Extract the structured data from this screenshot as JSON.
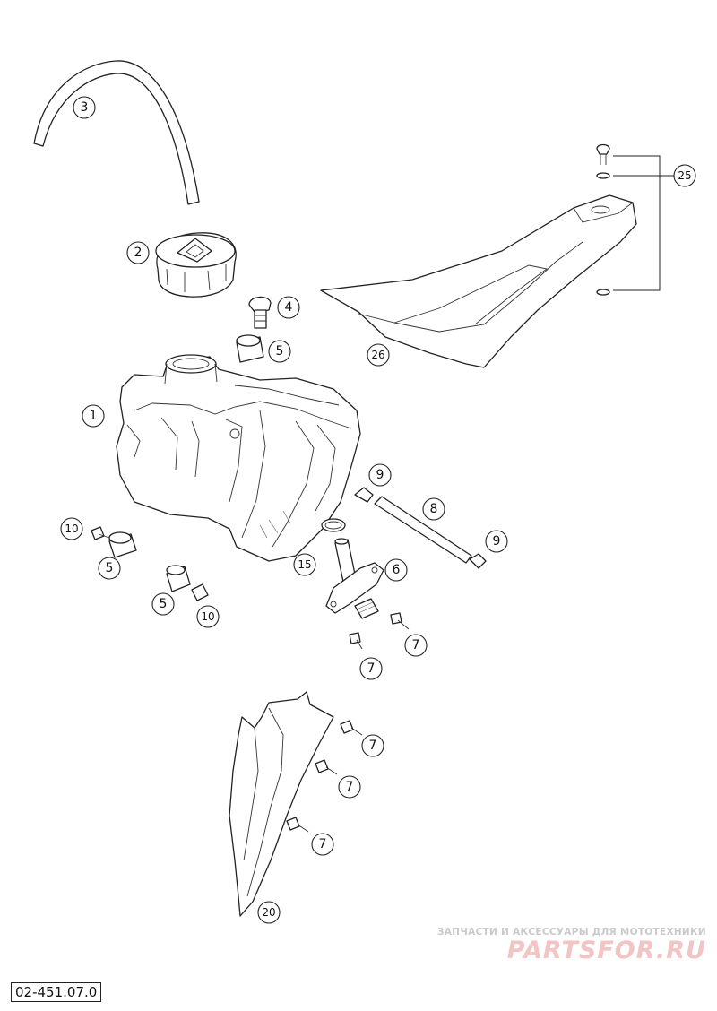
{
  "diagram_ref": "02-451.07.0",
  "watermark": {
    "subtitle": "ЗАПЧАСТИ И АКСЕССУАРЫ ДЛЯ МОТОТЕХНИКИ",
    "logo": "PARTSFOR.RU"
  },
  "callouts": {
    "c1": "1",
    "c2": "2",
    "c3": "3",
    "c4": "4",
    "c5a": "5",
    "c5b": "5",
    "c5c": "5",
    "c6": "6",
    "c7a": "7",
    "c7b": "7",
    "c7c": "7",
    "c7d": "7",
    "c7e": "7",
    "c8": "8",
    "c9a": "9",
    "c9b": "9",
    "c10a": "10",
    "c10b": "10",
    "c15": "15",
    "c20": "20",
    "c25": "25",
    "c26": "26"
  }
}
